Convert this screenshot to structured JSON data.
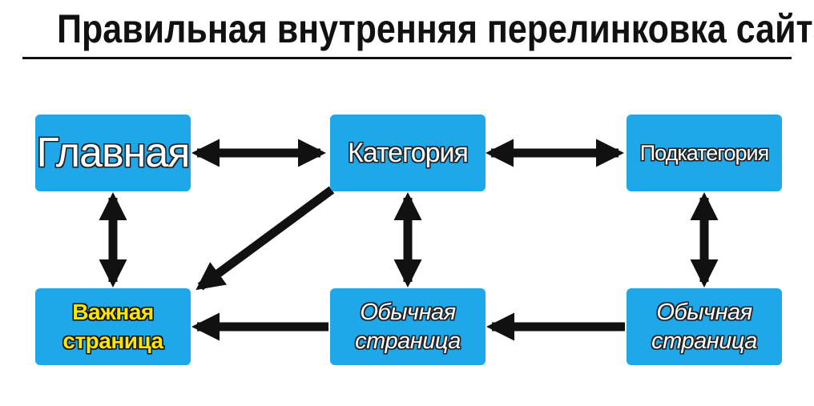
{
  "title": "Правильная внутренняя перелинковка сайта",
  "colors": {
    "node_fill": "#1ea8ea",
    "arrow": "#111111",
    "important_text": "#ffe600",
    "regular_text": "#ffffff"
  },
  "nodes": {
    "home": "Главная",
    "category": "Категория",
    "subcategory": "Подкатегория",
    "important": "Важная\nстраница",
    "regular_1": "Обычная\nстраница",
    "regular_2": "Обычная\nстраница"
  },
  "edges": [
    {
      "from": "home",
      "to": "category",
      "direction": "both"
    },
    {
      "from": "category",
      "to": "subcategory",
      "direction": "both"
    },
    {
      "from": "home",
      "to": "important",
      "direction": "both"
    },
    {
      "from": "category",
      "to": "regular_1",
      "direction": "both"
    },
    {
      "from": "subcategory",
      "to": "regular_2",
      "direction": "both"
    },
    {
      "from": "category",
      "to": "important",
      "direction": "forward"
    },
    {
      "from": "regular_1",
      "to": "important",
      "direction": "forward"
    },
    {
      "from": "regular_2",
      "to": "regular_1",
      "direction": "forward"
    }
  ]
}
